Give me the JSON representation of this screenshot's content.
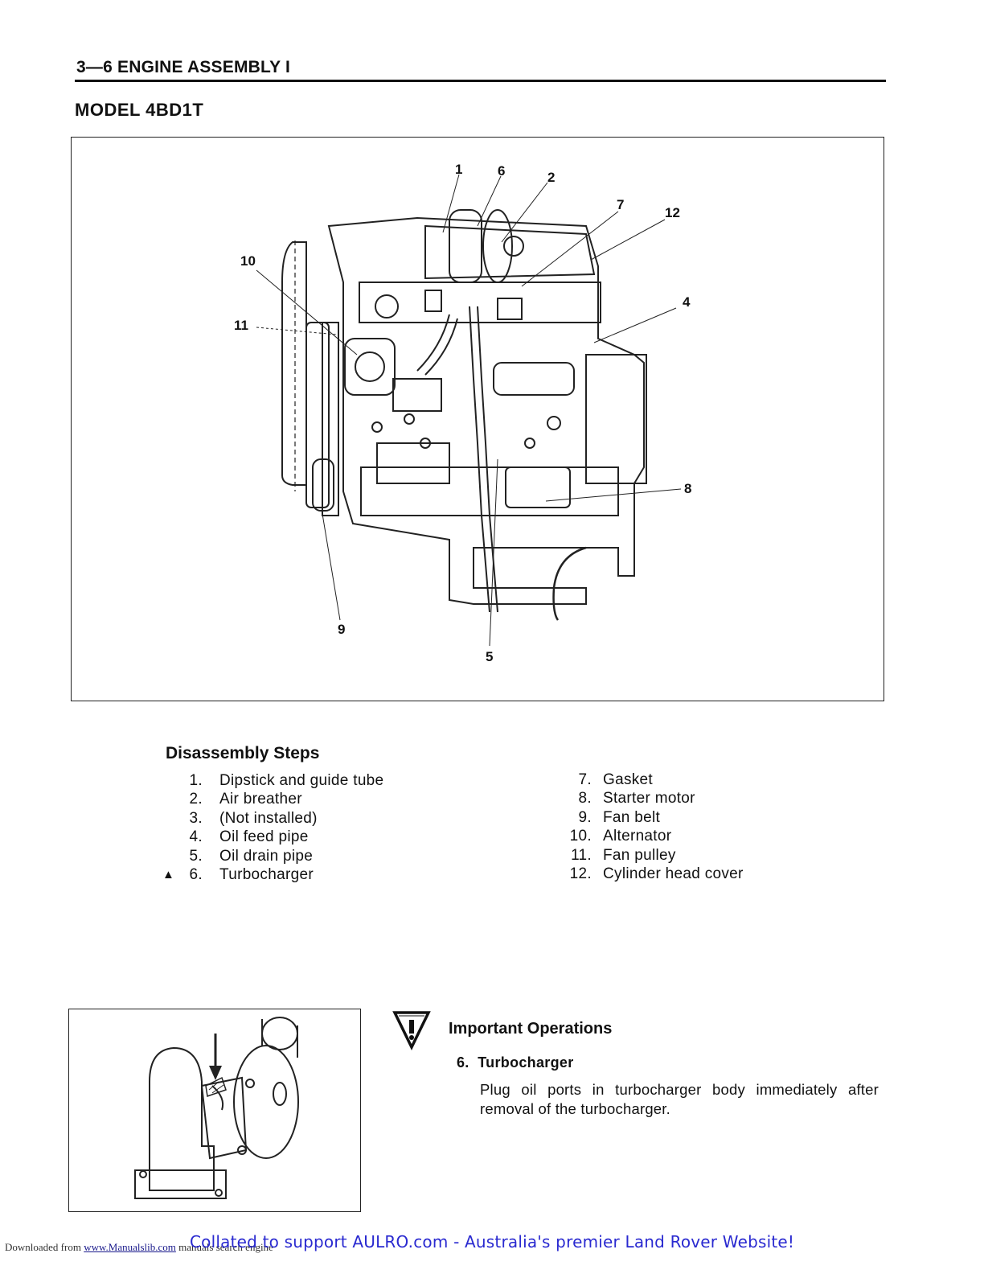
{
  "header": {
    "title": "3—6 ENGINE ASSEMBLY I"
  },
  "model": "MODEL 4BD1T",
  "figure_callouts": [
    "1",
    "6",
    "2",
    "7",
    "12",
    "10",
    "4",
    "11",
    "8",
    "9",
    "5"
  ],
  "disassembly": {
    "title": "Disassembly Steps",
    "left_steps": [
      {
        "num": "1.",
        "text": "Dipstick and guide tube"
      },
      {
        "num": "2.",
        "text": "Air breather"
      },
      {
        "num": "3.",
        "text": "(Not installed)"
      },
      {
        "num": "4.",
        "text": "Oil feed pipe"
      },
      {
        "num": "5.",
        "text": "Oil drain pipe"
      },
      {
        "num": "6.",
        "text": "Turbocharger",
        "marker": "▲"
      }
    ],
    "right_steps": [
      {
        "num": "7.",
        "text": "Gasket"
      },
      {
        "num": "8.",
        "text": "Starter motor"
      },
      {
        "num": "9.",
        "text": "Fan belt"
      },
      {
        "num": "10.",
        "text": "Alternator"
      },
      {
        "num": "11.",
        "text": "Fan pulley"
      },
      {
        "num": "12.",
        "text": "Cylinder head cover"
      }
    ]
  },
  "important": {
    "title": "Important Operations",
    "icon": "warning-triangle-icon",
    "operation_heading": "6.  Turbocharger",
    "operation_text": "Plug oil ports in turbocharger body immediately after removal of the turbocharger."
  },
  "footer": {
    "downloaded_prefix": "Downloaded from",
    "link_text": "www.Manualslib.com",
    "suffix": "manuals search engine",
    "collated": "Collated to support AULRO.com - Australia's premier Land Rover Website!"
  }
}
